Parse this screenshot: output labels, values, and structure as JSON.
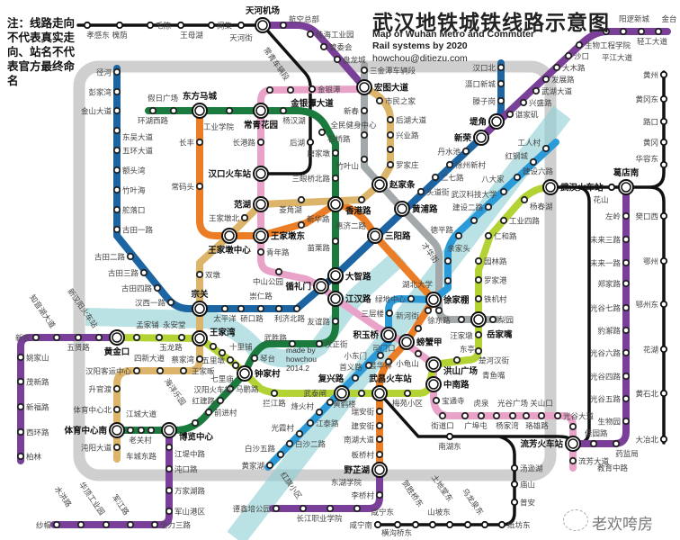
{
  "note": "注：线路走向不代表真实走向、站名不代表官方最终命名",
  "title": "武汉地铁城铁线路示意图",
  "subtitle": "Map of Wuhan Metro and Commuter Rail systems by 2020",
  "email": "howchou@ditiezu.com",
  "credit": [
    "made by",
    "howchou",
    "2014.2"
  ],
  "watermark": "老欢咵房",
  "colors": {
    "ring": "#cfcfcf",
    "river": "#8ccfd4",
    "black": "#111111",
    "purple": "#7a3f98",
    "gray": "#a3a8aa",
    "pink": "#e9a3c9",
    "green": "#1b7a3e",
    "blue1": "#1d64a3",
    "orange": "#ea7d25",
    "tan": "#dcb46a",
    "lime": "#b3d335",
    "sky": "#2a9ad8"
  },
  "interchanges": [
    "天河机场",
    "金银潭大道",
    "宏图大道",
    "常青花园",
    "东方马城",
    "汉口火车站",
    "范湖",
    "王家墩中心",
    "王家墩东",
    "香港路",
    "赵家条",
    "黄浦路",
    "三阳路",
    "大智路",
    "循礼门",
    "江汉路",
    "宗关",
    "王家湾",
    "黄金口",
    "钟家村",
    "体育中心南",
    "博览中心",
    "积玉桥",
    "螃蟹甲",
    "徐家棚",
    "岳家嘴",
    "洪山广场",
    "中南路",
    "复兴路",
    "武昌火车站",
    "野芷湖",
    "流芳火车站",
    "武汉火车站",
    "葛店南",
    "新荣",
    "堤角"
  ],
  "lines": [
    {
      "id": "commuter-north",
      "color": "black",
      "stations": [
        "孝感东",
        "槐荫",
        "毛陈",
        "王母湖",
        "闵集",
        "天河街",
        "天河机场",
        "金银潭",
        "后湖",
        "汉口火车站"
      ]
    },
    {
      "id": "purple-airport",
      "color": "purple",
      "stations": [
        "航空总部",
        "佳海工业园",
        "管委会",
        "盘龙城",
        "宏图大道"
      ]
    },
    {
      "id": "gray",
      "color": "gray",
      "stations": [
        "三金潭车辆段",
        "宏图大道",
        "新春",
        "全民健身中心",
        "竹叶山",
        "赵家条",
        "黄浦路",
        "徐东路",
        "汪家墩",
        "岳家嘴",
        "梨园"
      ]
    },
    {
      "id": "pink",
      "color": "pink",
      "stations": [
        "金银潭",
        "常青车辆段",
        "金银潭大道",
        "常青花园",
        "长港路",
        "汉口火车站",
        "范湖",
        "王家墩东",
        "青年路",
        "中山公园",
        "循礼门",
        "江汉路",
        "积玉桥",
        "螃蟹甲",
        "小龟山",
        "洪山广场",
        "中南路",
        "宝通寺",
        "街道口",
        "广埠屯",
        "虎泉",
        "杨家湾",
        "光谷广场",
        "珞雄路",
        "关山口",
        "光谷大道",
        "佳园路",
        "流芳火车站",
        "流芳大道"
      ]
    },
    {
      "id": "green",
      "color": "green",
      "stations": [
        "环湖西路",
        "假日广场",
        "东方马城",
        "工业学院",
        "常青花园",
        "杨汉湖",
        "石桥路",
        "唐家墩",
        "三眼桥北路",
        "香港路",
        "苗栗路",
        "大智路",
        "江汉路",
        "友谊路",
        "汉正街",
        "武胜路",
        "琴台",
        "钟家村",
        "马鹏路",
        "红建路",
        "前进村",
        "海洋乐园",
        "博览中心",
        "老关村",
        "江城大道",
        "车城东路",
        "体育中心南"
      ]
    },
    {
      "id": "blue1",
      "color": "blue1",
      "stations": [
        "径河",
        "彭家湾",
        "金山大道",
        "东吴大道",
        "五环大道",
        "额头湾",
        "竹叶海",
        "舵落口",
        "古田一路",
        "古田二路",
        "古田三路",
        "古田四路",
        "汉西一路",
        "宗关",
        "太平洋",
        "硚口路",
        "崇仁路",
        "利济北路",
        "友谊路",
        "循礼门",
        "大智路",
        "三阳路",
        "黄浦路",
        "头道街",
        "二七路",
        "徐州新村",
        "丹水池",
        "新荣",
        "堤角",
        "滕子岗",
        "滠口新城",
        "汉口北"
      ]
    },
    {
      "id": "orange",
      "color": "orange",
      "stations": [
        "东方马城",
        "长丰",
        "常码头",
        "王家墩中心",
        "王家墩东",
        "新华路",
        "香港路",
        "三阳路",
        "徐家棚",
        "湖北大学",
        "新河街",
        "螃蟹甲",
        "小东门",
        "武昌火车站",
        "瑞安街",
        "建安街",
        "南湖大道",
        "板桥村",
        "野芷湖"
      ]
    },
    {
      "id": "tan",
      "color": "tan",
      "stations": [
        "宏图大道",
        "市民之家",
        "后湖大道",
        "兴业路",
        "二七路",
        "罗家庄",
        "赵家条",
        "惠济二路",
        "香港路",
        "菱角湖",
        "范湖",
        "王家墩北",
        "王家墩中心",
        "双墩",
        "宗关",
        "王家湾",
        "蔡家湾",
        "王家畈",
        "四新大道",
        "汉阳客运中心",
        "升官渡",
        "体育中心北",
        "体育中心南",
        "沌阳大道"
      ]
    },
    {
      "id": "lime",
      "color": "lime",
      "stations": [
        "黄金口",
        "孟家铺",
        "永安堂",
        "玉龙路",
        "王家湾",
        "十里铺",
        "七里庙",
        "五里墩",
        "汉阳火车站",
        "钟家村",
        "拦江路",
        "复兴路",
        "首义路",
        "武昌火车站",
        "梅苑小区",
        "洪山广场",
        "楚河汉街",
        "青鱼嘴",
        "东亭",
        "岳家嘴",
        "铁机村",
        "罗家港",
        "园林路",
        "仁和路",
        "工业四路",
        "杨春湖",
        "武汉火车站"
      ]
    },
    {
      "id": "sky",
      "color": "sky",
      "stations": [
        "黄家湖",
        "白沙五路",
        "白沙二路",
        "光霞村",
        "江泰路",
        "烽火村",
        "武泰闸",
        "复兴路",
        "黄鹤楼",
        "司门口",
        "昙华林",
        "积玉桥",
        "三层楼",
        "绿地中心",
        "徐家棚",
        "才华街",
        "余家头",
        "德平路",
        "武汉科技大学",
        "建设二路",
        "八大家",
        "建设六路",
        "红钢城",
        "工人村"
      ]
    },
    {
      "id": "purple-yangluo",
      "color": "purple",
      "stations": [
        "新荣",
        "谌家矶",
        "兴盛路",
        "武湖大道",
        "发展路",
        "大木路",
        "沙口",
        "生物工程学院",
        "平江大道",
        "阳逻新城",
        "轻工大道",
        "金台"
      ]
    },
    {
      "id": "commuter-east",
      "color": "black",
      "stations": [
        "武汉火车站",
        "花山",
        "葛店南",
        "黄州",
        "黄冈东",
        "路口",
        "黄冈",
        "华容东",
        "樊口西",
        "鄂州",
        "鄂州东",
        "花湖",
        "黄石北",
        "大冶北"
      ]
    },
    {
      "id": "commuter-south",
      "color": "black",
      "stations": [
        "武昌火车站",
        "南湖东",
        "流芳火车站",
        "汤逊湖",
        "庙山",
        "普安",
        "纸坊东",
        "乌龙泉东",
        "土地堂东",
        "山坡东",
        "贺胜桥东",
        "横沟桥东",
        "咸宁东",
        "咸宁南"
      ]
    },
    {
      "id": "purple-optics",
      "color": "purple",
      "stations": [
        "葛店南",
        "左岭",
        "未来三路",
        "未来一路",
        "郑家路",
        "光谷七路",
        "豹澥路",
        "光谷六路",
        "光谷四路",
        "光谷五路",
        "生物园",
        "药监局",
        "教育中路",
        "流芳火车站"
      ]
    },
    {
      "id": "purple-south",
      "color": "purple",
      "stations": [
        "野芷湖",
        "李桥村",
        "东湖学院",
        "长江职业学院",
        "红旗小区",
        "谭鑫培公园"
      ]
    },
    {
      "id": "purple-west",
      "color": "purple",
      "stations": [
        "黄金口",
        "新汉阳火车站",
        "五贤路",
        "知音湖大道",
        "新农",
        "姚家山",
        "茂新路",
        "新福路",
        "西环路",
        "柏林"
      ]
    },
    {
      "id": "purple-southwest",
      "color": "purple",
      "stations": [
        "博览中心",
        "江堤中路",
        "沌口路",
        "万家湖路",
        "军山港区",
        "全力三路",
        "军江路",
        "华顶工业园",
        "水洪路",
        "纱帽"
      ]
    }
  ]
}
